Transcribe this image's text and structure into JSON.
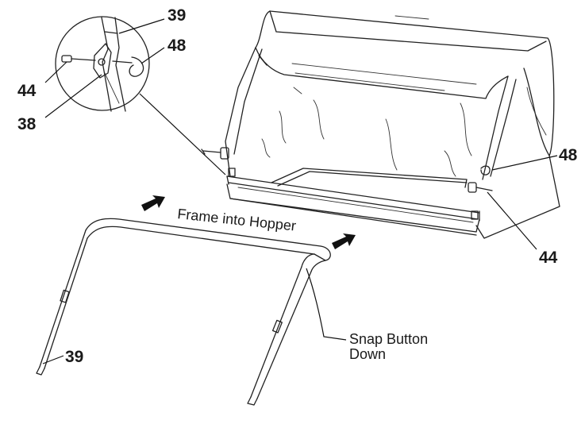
{
  "labels": {
    "inset_top_39": "39",
    "inset_48": "48",
    "inset_44": "44",
    "inset_38": "38",
    "hopper_48": "48",
    "hopper_44": "44",
    "frame_39": "39",
    "frame_into_hopper": "Frame into Hopper",
    "snap_button_line1": "Snap Button",
    "snap_button_line2": "Down"
  },
  "icons": [
    "arrow-right-icon",
    "arrow-right-icon"
  ],
  "colors": {
    "ink": "#222222",
    "background": "#ffffff"
  }
}
